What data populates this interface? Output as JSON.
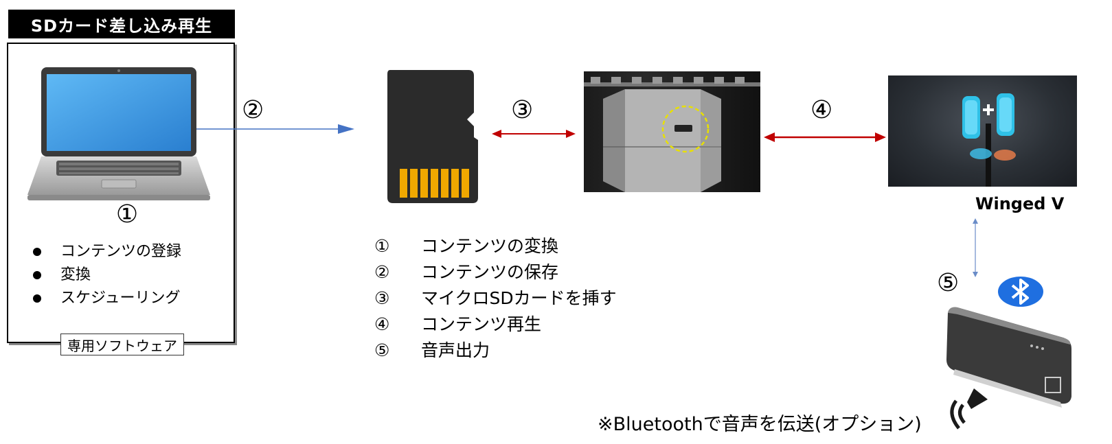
{
  "header": {
    "title": "SDカード差し込み再生"
  },
  "left_panel": {
    "step_number": "①",
    "bullets": [
      "コンテンツの登録",
      "変換",
      "スケジューリング"
    ],
    "footer_label": "専用ソフトウェア"
  },
  "arrows": {
    "step2": "②",
    "step3": "③",
    "step4": "④",
    "step5": "⑤"
  },
  "steps": [
    {
      "num": "①",
      "text": "コンテンツの変換"
    },
    {
      "num": "②",
      "text": "コンテンツの保存"
    },
    {
      "num": "③",
      "text": "マイクロSDカードを挿す"
    },
    {
      "num": "④",
      "text": "コンテンツ再生"
    },
    {
      "num": "⑤",
      "text": "音声出力"
    }
  ],
  "device_label": "Winged V",
  "note": "※Bluetoothで音声を伝送(オプション)",
  "colors": {
    "blue_arrow": "#4472c4",
    "red_arrow": "#c00000",
    "sd_card": "#2b2b2b",
    "sd_contacts": "#f0a800",
    "bluetooth": "#1f6fe0",
    "highlight_ring": "#e8e000"
  },
  "icons": [
    "laptop-icon",
    "micro-sd-card-icon",
    "bluetooth-icon",
    "speaker-icon",
    "sound-wave-icon"
  ]
}
